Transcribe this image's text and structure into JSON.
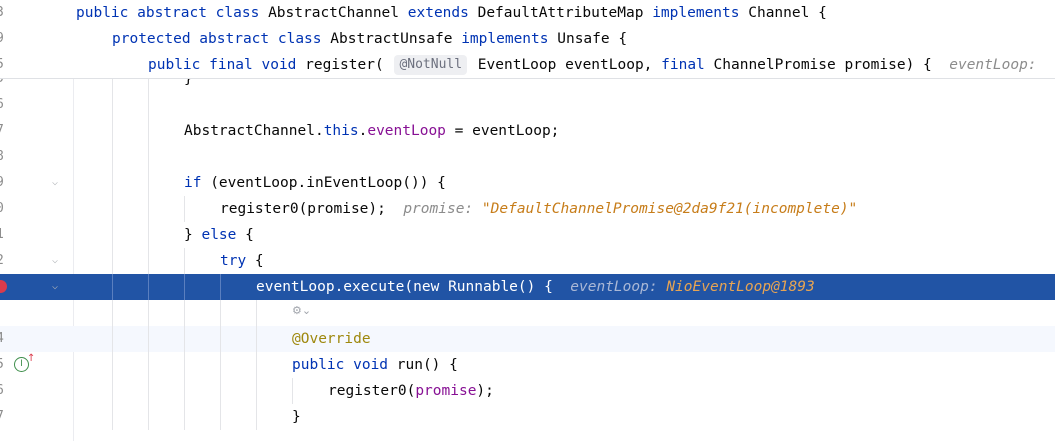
{
  "sticky": [
    {
      "num": "3",
      "indent": 76,
      "tokens": [
        {
          "c": "kw",
          "t": "public abstract class "
        },
        {
          "c": "plain",
          "t": "AbstractChannel "
        },
        {
          "c": "kw",
          "t": "extends "
        },
        {
          "c": "plain",
          "t": "DefaultAttributeMap "
        },
        {
          "c": "kw",
          "t": "implements "
        },
        {
          "c": "plain",
          "t": "Channel {"
        }
      ]
    },
    {
      "num": "9",
      "indent": 112,
      "tokens": [
        {
          "c": "kw",
          "t": "protected abstract class "
        },
        {
          "c": "plain",
          "t": "AbstractUnsafe "
        },
        {
          "c": "kw",
          "t": "implements "
        },
        {
          "c": "plain",
          "t": "Unsafe {"
        }
      ]
    },
    {
      "num": "5",
      "indent": 148,
      "tokens": [
        {
          "c": "kw",
          "t": "public final void "
        },
        {
          "c": "plain",
          "t": "register( "
        },
        {
          "c": "chip",
          "t": "@NotNull"
        },
        {
          "c": "plain",
          "t": " EventLoop eventLoop, "
        },
        {
          "c": "kw",
          "t": "final "
        },
        {
          "c": "plain",
          "t": "ChannelPromise promise) {  "
        },
        {
          "c": "hintlbl",
          "t": "eventLoop: "
        }
      ]
    }
  ],
  "lines": [
    {
      "num": "5",
      "indent": 184,
      "guides": [
        112,
        148
      ],
      "tokens": [
        {
          "c": "plain",
          "t": "}"
        }
      ]
    },
    {
      "num": "6",
      "indent": 184,
      "guides": [
        112,
        148
      ],
      "tokens": []
    },
    {
      "num": "7",
      "indent": 184,
      "guides": [
        112,
        148
      ],
      "tokens": [
        {
          "c": "plain",
          "t": "AbstractChannel."
        },
        {
          "c": "kw",
          "t": "this"
        },
        {
          "c": "plain",
          "t": "."
        },
        {
          "c": "fld",
          "t": "eventLoop"
        },
        {
          "c": "plain",
          "t": " = eventLoop;"
        }
      ]
    },
    {
      "num": "8",
      "indent": 184,
      "guides": [
        112,
        148
      ],
      "tokens": []
    },
    {
      "num": "9",
      "indent": 184,
      "guides": [
        112,
        148
      ],
      "fold": true,
      "tokens": [
        {
          "c": "kw",
          "t": "if "
        },
        {
          "c": "plain",
          "t": "(eventLoop.inEventLoop()) {"
        }
      ]
    },
    {
      "num": "0",
      "indent": 220,
      "guides": [
        112,
        148,
        184
      ],
      "tokens": [
        {
          "c": "plain",
          "t": "register0(promise);  "
        },
        {
          "c": "hintlbl",
          "t": "promise: "
        },
        {
          "c": "hintval",
          "t": "\"DefaultChannelPromise@2da9f21(incomplete)\""
        }
      ]
    },
    {
      "num": "1",
      "indent": 184,
      "guides": [
        112,
        148
      ],
      "tokens": [
        {
          "c": "plain",
          "t": "} "
        },
        {
          "c": "kw",
          "t": "else "
        },
        {
          "c": "plain",
          "t": "{"
        }
      ]
    },
    {
      "num": "2",
      "indent": 220,
      "guides": [
        112,
        148,
        184
      ],
      "fold": true,
      "tokens": [
        {
          "c": "kw",
          "t": "try "
        },
        {
          "c": "plain",
          "t": "{"
        }
      ]
    },
    {
      "num": "",
      "indent": 256,
      "guides": [
        112,
        148,
        184,
        220
      ],
      "highlight": true,
      "breakpoint": true,
      "fold": true,
      "tokens": [
        {
          "c": "plain",
          "t": "eventLoop.execute("
        },
        {
          "c": "kw",
          "t": "new "
        },
        {
          "c": "plain",
          "t": "Runnable() {  "
        },
        {
          "c": "hintlbl",
          "t": "eventLoop: "
        },
        {
          "c": "hintval",
          "t": "NioEventLoop@1893"
        }
      ]
    },
    {
      "num": "",
      "indent": 292,
      "guides": [
        112,
        148,
        184,
        220,
        256
      ],
      "lambdaHint": "⚙⌄",
      "tokens": []
    },
    {
      "num": "4",
      "indent": 292,
      "guides": [
        112,
        148,
        184,
        220,
        256
      ],
      "current": true,
      "tokens": [
        {
          "c": "ann",
          "t": "@Override"
        }
      ]
    },
    {
      "num": "5",
      "indent": 292,
      "guides": [
        112,
        148,
        184,
        220,
        256
      ],
      "implIcon": true,
      "tokens": [
        {
          "c": "kw",
          "t": "public void "
        },
        {
          "c": "plain",
          "t": "run() {"
        }
      ]
    },
    {
      "num": "6",
      "indent": 328,
      "guides": [
        112,
        148,
        184,
        220,
        256,
        292
      ],
      "tokens": [
        {
          "c": "plain",
          "t": "register0("
        },
        {
          "c": "fld",
          "t": "promise"
        },
        {
          "c": "plain",
          "t": ");"
        }
      ]
    },
    {
      "num": "7",
      "indent": 292,
      "guides": [
        112,
        148,
        184,
        220,
        256
      ],
      "tokens": [
        {
          "c": "plain",
          "t": "}"
        }
      ]
    }
  ],
  "colors": {
    "keyword": "#0033b3",
    "field": "#871094",
    "annotation": "#9e880d",
    "highlight": "#2154a5",
    "breakpoint": "#db3b4b"
  }
}
